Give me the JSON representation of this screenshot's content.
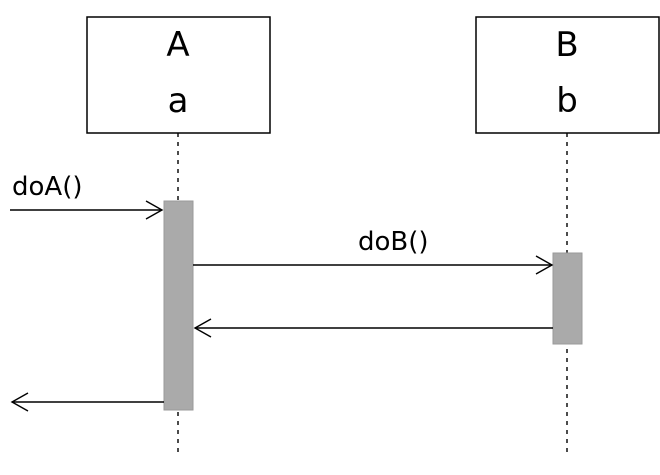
{
  "participants": [
    {
      "type_name": "A",
      "instance_name": "a"
    },
    {
      "type_name": "B",
      "instance_name": "b"
    }
  ],
  "messages": [
    {
      "label": "doA()",
      "kind": "found-call"
    },
    {
      "label": "doB()",
      "kind": "call"
    },
    {
      "label": "",
      "kind": "return"
    },
    {
      "label": "",
      "kind": "lost-return"
    }
  ],
  "colors": {
    "activation_fill": "#aaaaaa",
    "line": "#000000",
    "box_border": "#000000",
    "background": "#ffffff"
  }
}
